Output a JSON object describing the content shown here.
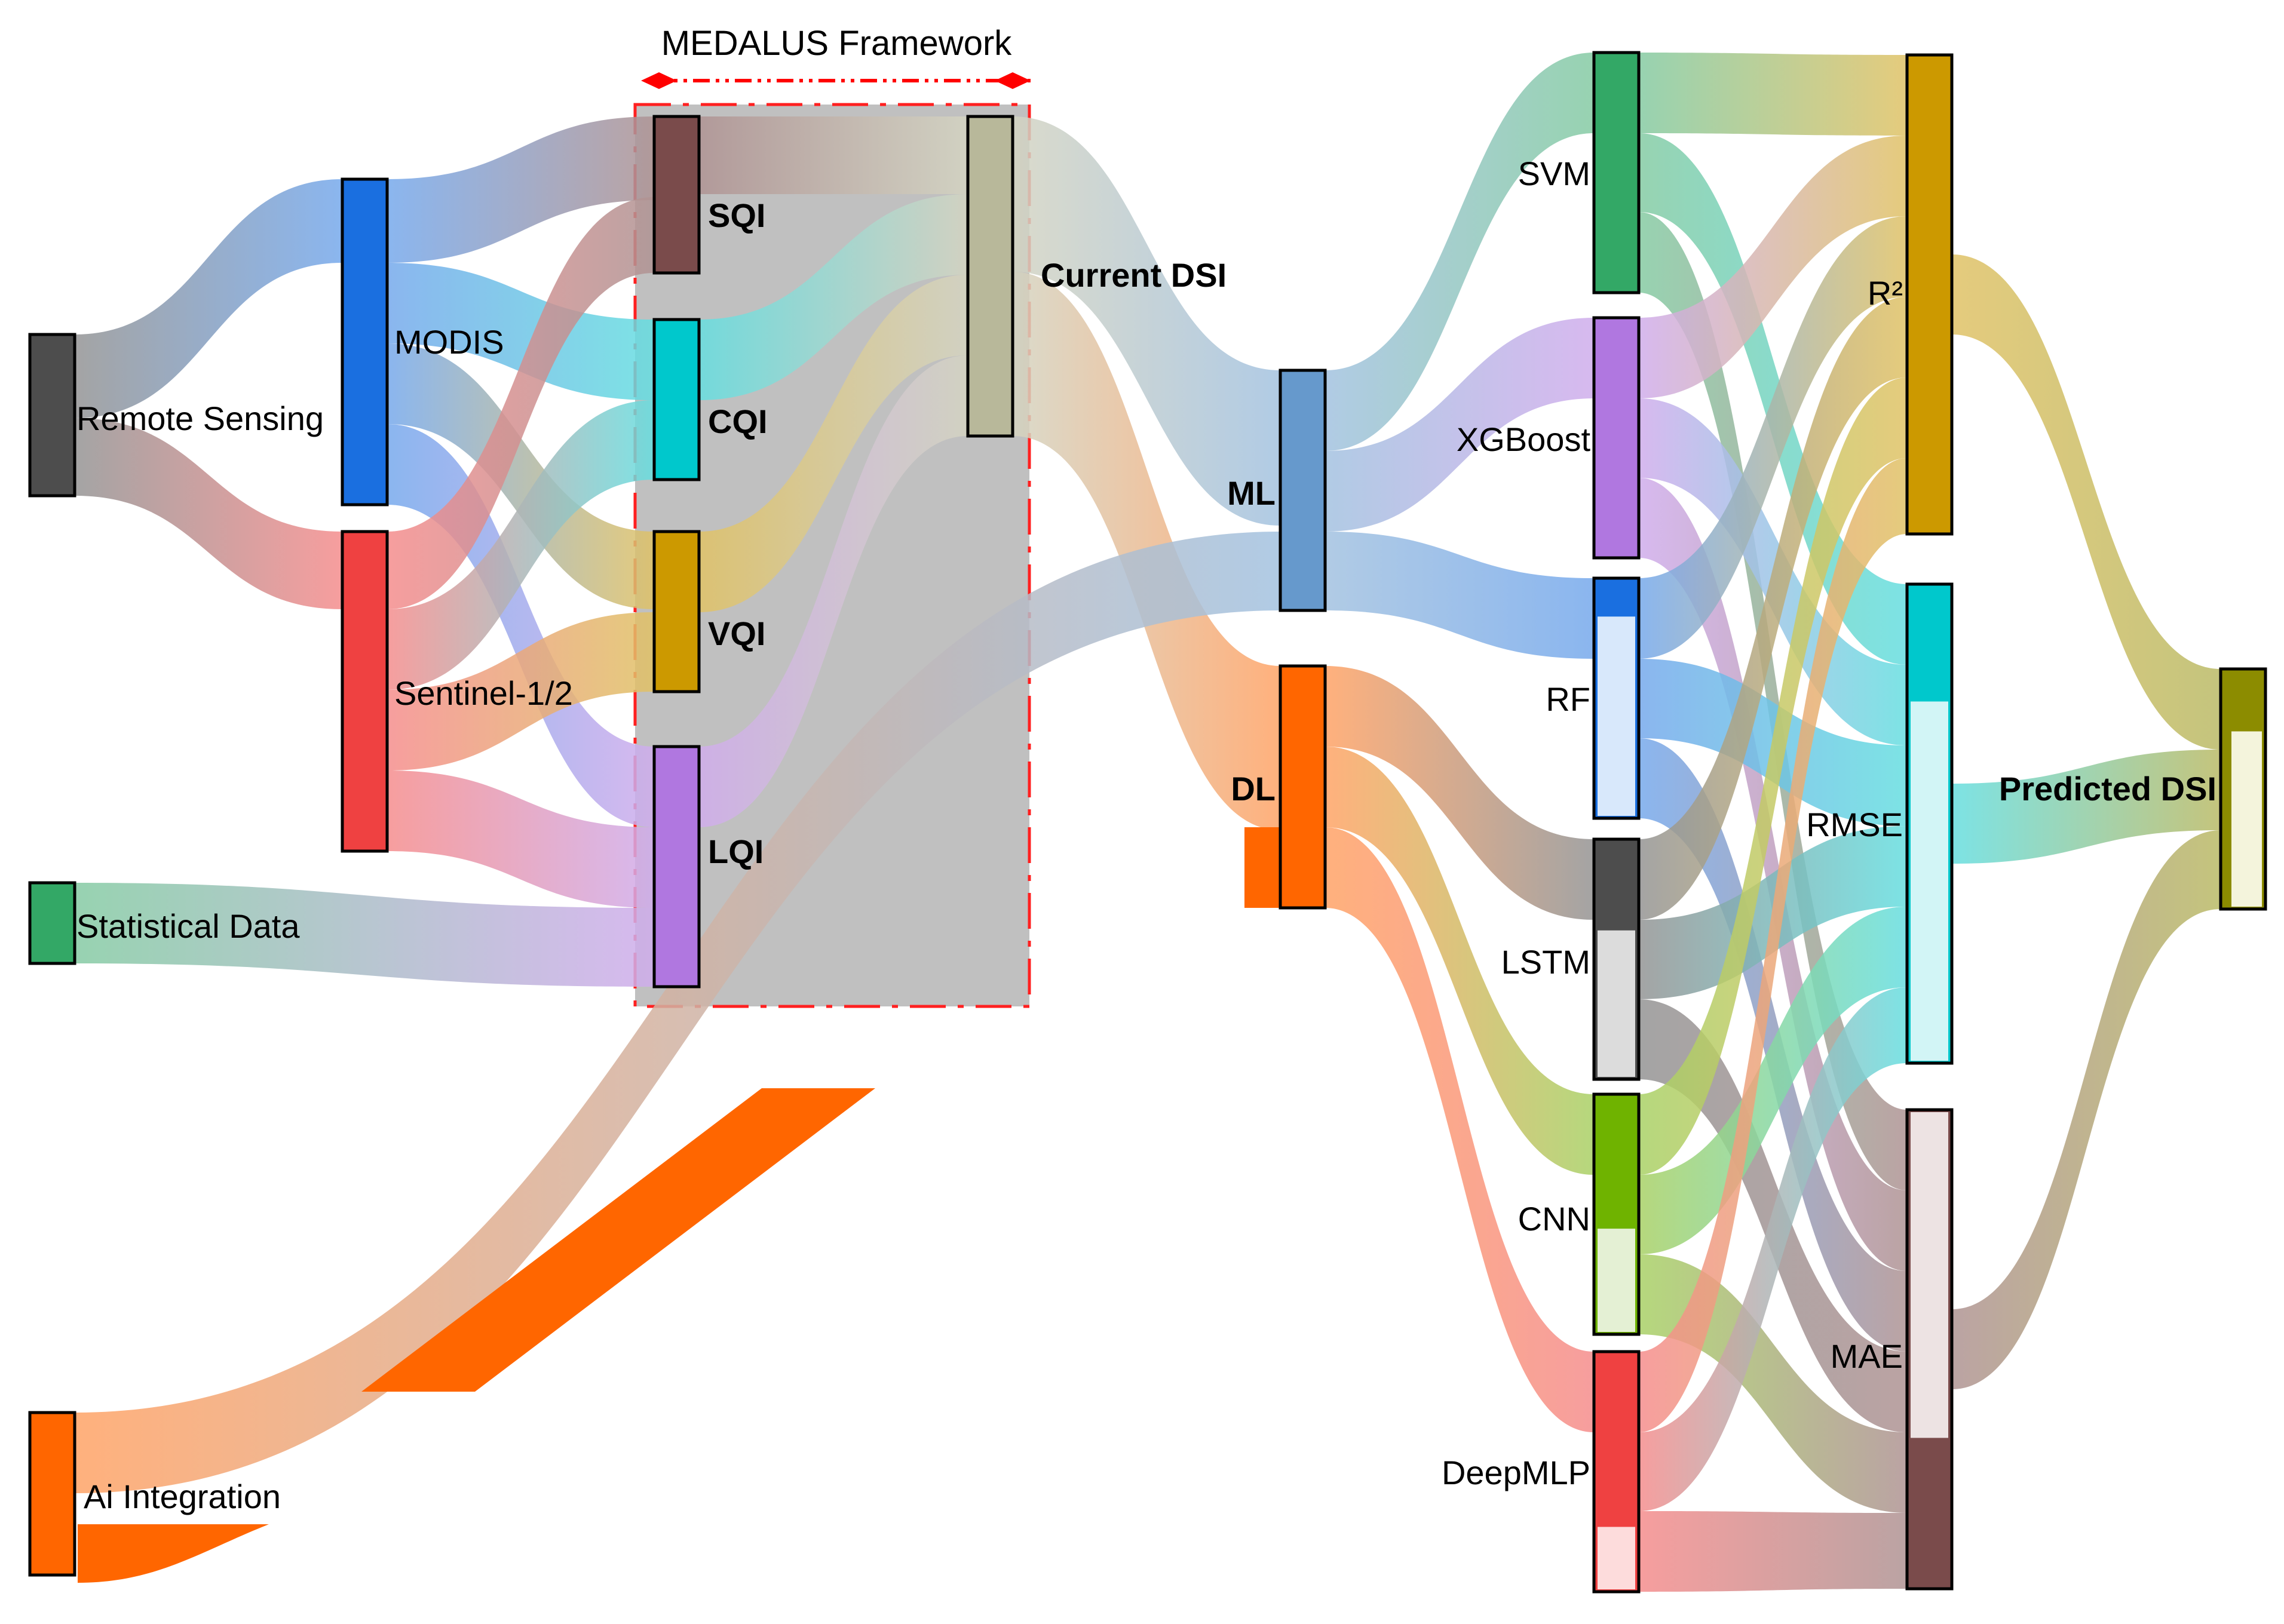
{
  "title": "MEDALUS Framework",
  "nodes": [
    {
      "id": "remote_sensing",
      "label": "Remote Sensing",
      "color": "#4d4d4d",
      "bold": false
    },
    {
      "id": "statistical_data",
      "label": "Statistical Data",
      "color": "#33a866",
      "bold": false
    },
    {
      "id": "ai_integration",
      "label": "Ai Integration",
      "color": "#ff6600",
      "bold": false
    },
    {
      "id": "modis",
      "label": "MODIS",
      "color": "#1a6fe0",
      "bold": false
    },
    {
      "id": "sentinel",
      "label": "Sentinel-1/2",
      "color": "#ef4141",
      "bold": false
    },
    {
      "id": "sqi",
      "label": "SQI",
      "color": "#7a4b4b",
      "bold": true
    },
    {
      "id": "cqi",
      "label": "CQI",
      "color": "#00c8cc",
      "bold": true
    },
    {
      "id": "vqi",
      "label": "VQI",
      "color": "#cc9900",
      "bold": true
    },
    {
      "id": "lqi",
      "label": "LQI",
      "color": "#b077e0",
      "bold": true
    },
    {
      "id": "current_dsi",
      "label": "Current DSI",
      "color": "#b8b89a",
      "bold": true
    },
    {
      "id": "ml",
      "label": "ML",
      "color": "#6699cc",
      "bold": true
    },
    {
      "id": "dl",
      "label": "DL",
      "color": "#ff6600",
      "bold": true
    },
    {
      "id": "svm",
      "label": "SVM",
      "color": "#33a866",
      "bold": false
    },
    {
      "id": "xgboost",
      "label": "XGBoost",
      "color": "#b077e0",
      "bold": false
    },
    {
      "id": "rf",
      "label": "RF",
      "color": "#1a6fe0",
      "bold": false
    },
    {
      "id": "lstm",
      "label": "LSTM",
      "color": "#4d4d4d",
      "bold": false
    },
    {
      "id": "cnn",
      "label": "CNN",
      "color": "#6fb300",
      "bold": false
    },
    {
      "id": "deepmlp",
      "label": "DeepMLP",
      "color": "#ef4141",
      "bold": false
    },
    {
      "id": "r2",
      "label": "R²",
      "color": "#cc9900",
      "bold": false
    },
    {
      "id": "rmse",
      "label": "RMSE",
      "color": "#00c8cc",
      "bold": false
    },
    {
      "id": "mae",
      "label": "MAE",
      "color": "#7a4b4b",
      "bold": false
    },
    {
      "id": "predicted_dsi",
      "label": "Predicted DSI",
      "color": "#8c8c00",
      "bold": true
    }
  ]
}
